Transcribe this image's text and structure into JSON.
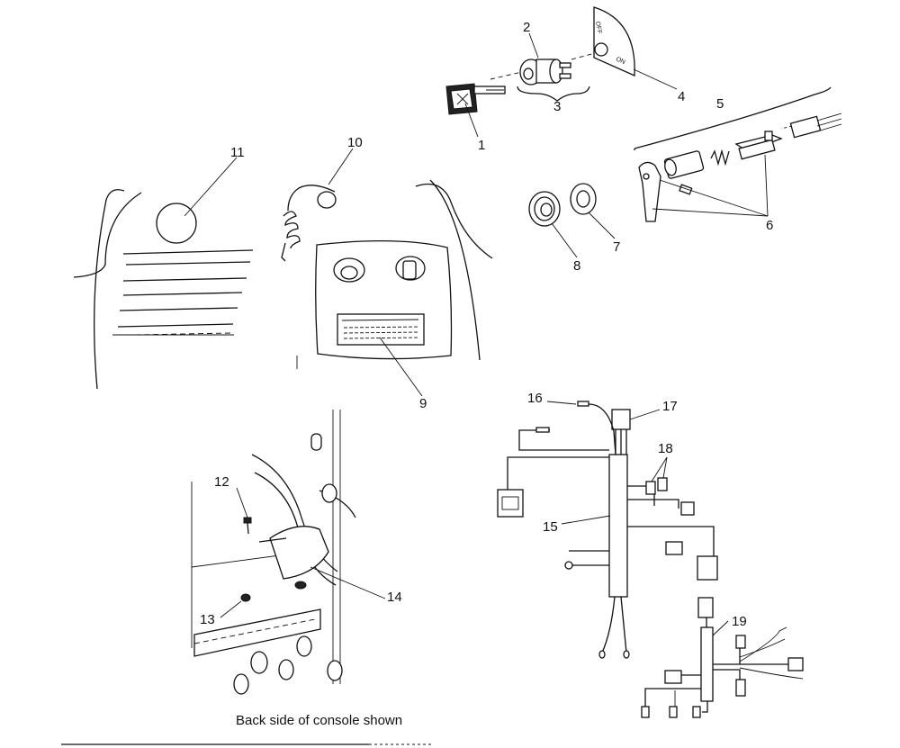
{
  "callouts": {
    "c1": "1",
    "c2": "2",
    "c3": "3",
    "c4": "4",
    "c5": "5",
    "c6": "6",
    "c7": "7",
    "c8": "8",
    "c9": "9",
    "c10": "10",
    "c11": "11",
    "c12": "12",
    "c13": "13",
    "c14": "14",
    "c15": "15",
    "c16": "16",
    "c17": "17",
    "c18": "18",
    "c19": "19"
  },
  "plate": {
    "off": "OFF",
    "on": "ON"
  },
  "caption": "Back side of console shown"
}
